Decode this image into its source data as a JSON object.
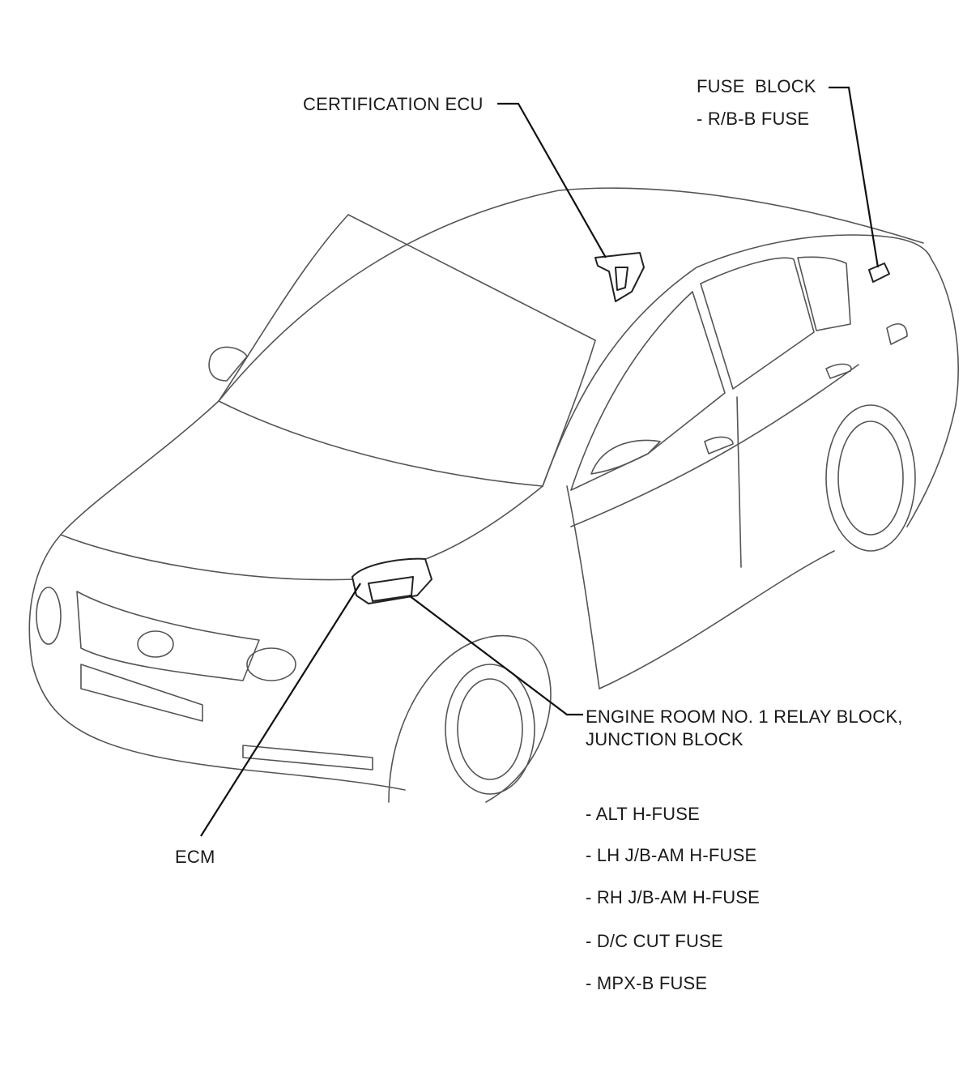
{
  "labels": {
    "certification_ecu": "CERTIFICATION ECU",
    "fuse_block": "FUSE  BLOCK",
    "rb_b_fuse": "- R/B-B FUSE",
    "engine_room_line1": "ENGINE ROOM NO. 1 RELAY BLOCK,",
    "engine_room_line2": "JUNCTION BLOCK",
    "ecm": "ECM",
    "fuses": [
      "- ALT H-FUSE",
      "- LH J/B-AM H-FUSE",
      "- RH J/B-AM H-FUSE",
      "- D/C CUT FUSE",
      "- MPX-B FUSE"
    ]
  },
  "colors": {
    "outline": "#555555",
    "leader": "#111111",
    "text": "#1a1a1a"
  }
}
